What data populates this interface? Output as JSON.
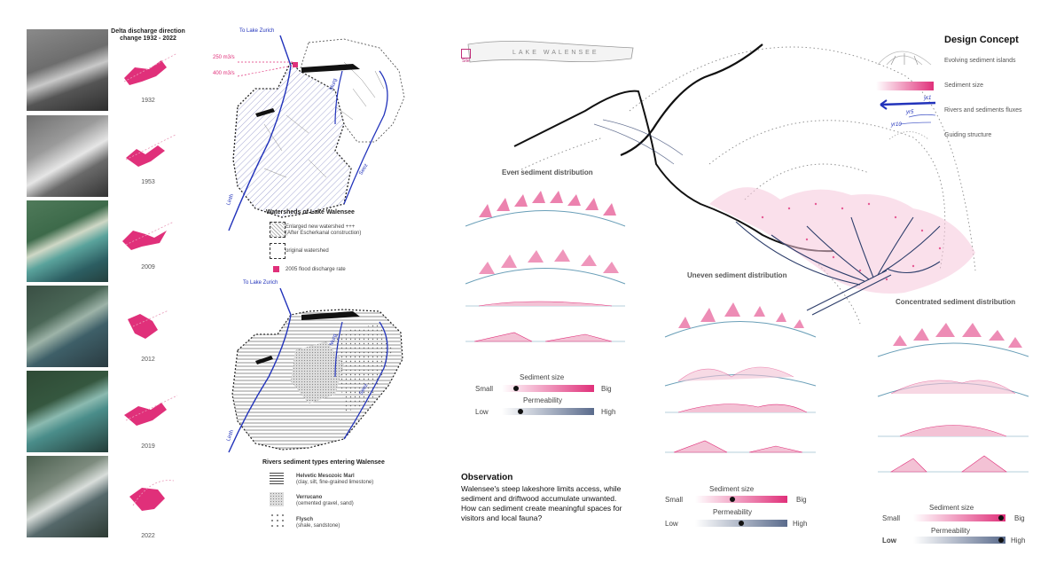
{
  "delta_change": {
    "title_line1": "Delta discharge direction",
    "title_line2": "change 1932 - 2022",
    "years": [
      "1932",
      "1953",
      "2009",
      "2012",
      "2019",
      "2022"
    ]
  },
  "watershed_map": {
    "to_lake_zurich": "To Lake Zurich",
    "flow_250": "250 m3/s",
    "flow_400": "400 m3/s",
    "river_linth": "Linth",
    "river_murg": "Murg",
    "river_seez": "Seez",
    "title": "Watersheds of Lake Walensee",
    "legend": [
      {
        "line1": "Enlarged new watershed +++",
        "line2": "(After Escherkanal construction)"
      },
      {
        "line1": "original watershed",
        "line2": ""
      },
      {
        "line1": "2005 flood discharge rate",
        "line2": ""
      }
    ]
  },
  "sediment_map": {
    "to_lake_zurich": "To Lake Zurich",
    "river_linth": "Linth",
    "river_murg": "Murg",
    "river_seez": "Seez",
    "title": "Rivers sediment types entering Walensee",
    "legend": [
      {
        "line1": "Helvetic Mesozoic Marl",
        "line2": "(clay, silt, fine-grained limestone)"
      },
      {
        "line1": "Verrucano",
        "line2": "(cemented gravel, sand)"
      },
      {
        "line1": "Flysch",
        "line2": "(shale, sandstone)"
      }
    ]
  },
  "lake_label": "LAKE WALENSEE",
  "site_label": "Site",
  "design_concept": {
    "title": "Design Concept",
    "items": [
      "Evolving sediment islands",
      "Sediment size",
      "Rivers and sediments fluxes",
      "Guiding structure"
    ],
    "scribble_labels": [
      "yr1",
      "yr5",
      "yr10"
    ]
  },
  "distributions": {
    "even": "Even sediment distribution",
    "uneven": "Uneven sediment distribution",
    "concentrated": "Concentrated sediment distribution"
  },
  "scales": {
    "sediment_size": "Sediment size",
    "permeability": "Permeability",
    "small": "Small",
    "big": "Big",
    "low": "Low",
    "high": "High",
    "even": {
      "sediment": 0.15,
      "permeability": 0.2
    },
    "uneven": {
      "sediment": 0.4,
      "permeability": 0.5
    },
    "concentrated": {
      "sediment": 0.95,
      "permeability": 0.95
    }
  },
  "observation": {
    "title": "Observation",
    "lines": [
      "Walensee's steep lakeshore limits access, while",
      "sediment and driftwood accumulate unwanted.",
      "How can sediment create meaningful spaces for",
      "visitors and local fauna?"
    ]
  },
  "colors": {
    "accent_pink": "#e0307a",
    "river_blue": "#2233bb",
    "slate": "#5a6b8c"
  }
}
